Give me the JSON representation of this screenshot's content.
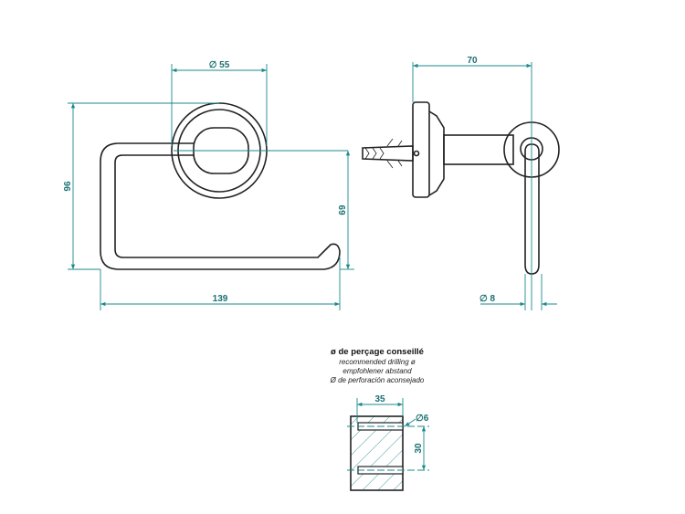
{
  "dimensions": {
    "front_diameter": "∅ 55",
    "front_height": "96",
    "front_axis_height": "69",
    "front_width": "139",
    "side_depth": "70",
    "side_rod_diameter": "∅ 8",
    "drill_spacing_h": "35",
    "drill_diameter": "∅6",
    "drill_spacing_v": "30"
  },
  "drilling_note": {
    "fr": "ø de perçage conseillé",
    "en": "recommended drilling ø",
    "de": "empfohlener abstand",
    "es": "Ø de perforación aconsejado"
  },
  "colors": {
    "dimension": "#1b8a8c",
    "outline": "#222222"
  }
}
